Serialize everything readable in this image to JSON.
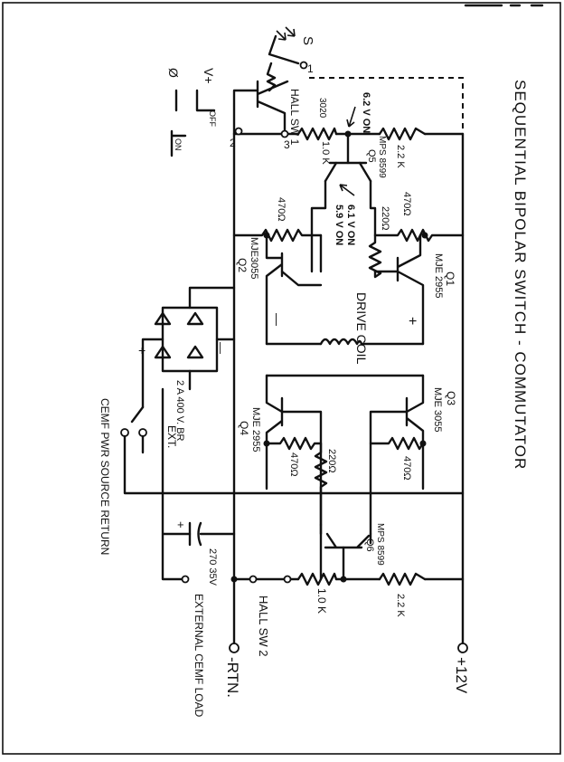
{
  "title": "SEQUENTIAL BIPOLAR SWITCH - COMMUTATOR",
  "supply": {
    "plus": "+12V",
    "return": "-RTN."
  },
  "switch_s1": {
    "name": "S",
    "pos1": "1",
    "pos2": "2",
    "pos3": "3"
  },
  "legend": {
    "vplus": "V+",
    "ground": "Ø",
    "off": "OFF",
    "on": "ON"
  },
  "hall1": {
    "label": "HALL SW 1",
    "part": "3020"
  },
  "hall2": {
    "label": "HALL SW 2"
  },
  "transistors": {
    "q1": {
      "ref": "Q1",
      "part": "MJE 2955"
    },
    "q2": {
      "ref": "Q2",
      "part": "MJE3055"
    },
    "q3": {
      "ref": "Q3",
      "part": "MJE 3055"
    },
    "q4": {
      "ref": "Q4",
      "part": "MJE 2955"
    },
    "q5": {
      "ref": "Q5",
      "part": "MPS 8599"
    },
    "q6": {
      "ref": "Q6",
      "part": "MPS 8599"
    }
  },
  "resistors": {
    "r_top_1k": "1.0 K",
    "r_top_22k": "2.2 K",
    "r_q2_470": "470Ω",
    "r_q1_470": "470Ω",
    "r_q5_220": "220Ω",
    "r_q4_470": "470Ω",
    "r_q3_470": "470Ω",
    "r_q6_220": "220Ω",
    "r_bot_1k": "1.0 K",
    "r_bot_22k": "2.2 K"
  },
  "voltages": {
    "v1": "6.2 V ON",
    "v2": "6.1 V ON",
    "v3": "5.9 V ON"
  },
  "coil": {
    "label": "DRIVE COIL",
    "plus": "+",
    "minus": "—"
  },
  "bridge": {
    "rating": "2 A 400 V. BR",
    "plus": "+",
    "minus": "—"
  },
  "cap": {
    "value": "270 35V",
    "plus": "+"
  },
  "cemf_switch": {
    "label": "CEMF PWR SOURCE RETURN",
    "ext": "EXT."
  },
  "external_load": "EXTERNAL CEMF LOAD"
}
